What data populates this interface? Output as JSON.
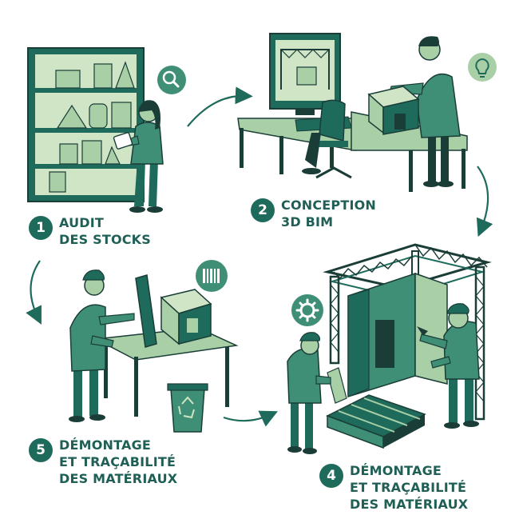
{
  "colors": {
    "dark": "#1e6b5c",
    "mid": "#3f8f77",
    "light": "#a9cfa6",
    "pale": "#cfe5c6",
    "outline": "#1a3d38"
  },
  "icons": {
    "search": "magnifier-icon",
    "idea": "lightbulb-icon",
    "barcode": "barcode-icon",
    "settings": "gear-icon",
    "recycle": "recycle-icon"
  },
  "steps": [
    {
      "number": "1",
      "line1": "AUDIT",
      "line2": "DES STOCKS",
      "line3": ""
    },
    {
      "number": "2",
      "line1": "CONCEPTION",
      "line2": "3D BIM",
      "line3": ""
    },
    {
      "number": "4",
      "line1": "DÉMONTAGE",
      "line2": "ET TRAÇABILITÉ",
      "line3": "DES MATÉRIAUX"
    },
    {
      "number": "5",
      "line1": "DÉMONTAGE",
      "line2": "ET TRAÇABILITÉ",
      "line3": "DES MATÉRIAUX"
    }
  ]
}
